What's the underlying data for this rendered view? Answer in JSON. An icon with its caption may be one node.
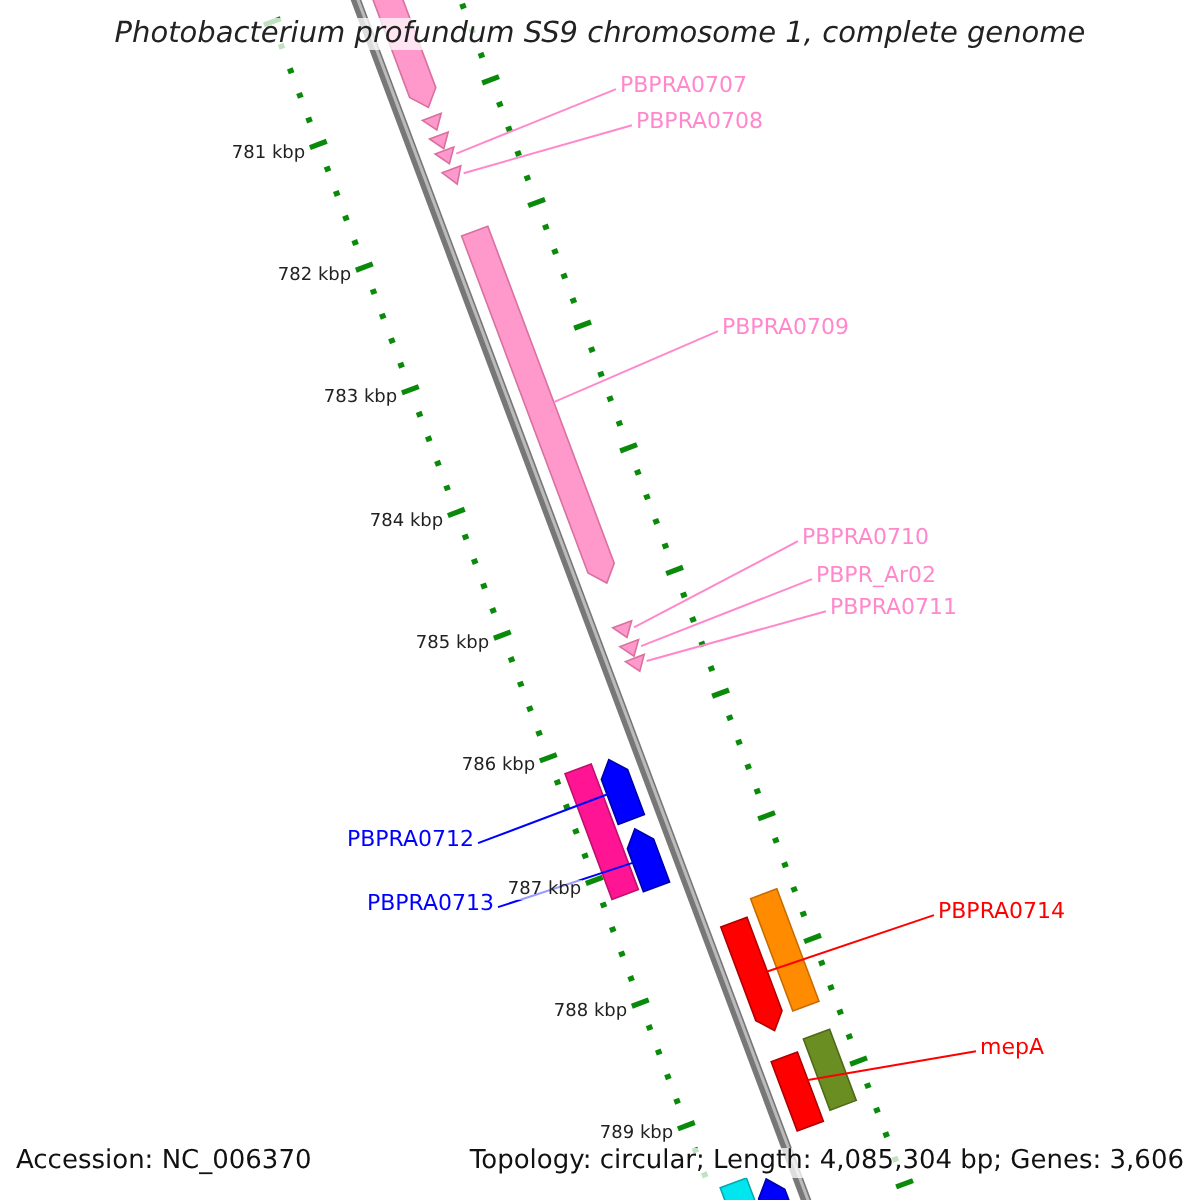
{
  "diagram": {
    "title": "Photobacterium profundum SS9 chromosome 1, complete genome",
    "nodes": [
      {
        "text": [
          "PBPRA0707"
        ]
      },
      {
        "text": [
          "PBPRA0708"
        ]
      },
      {
        "text": [
          "PBPRA0709"
        ]
      },
      {
        "text": [
          "PBPRA0710"
        ]
      },
      {
        "text": [
          "PBPR_Ar02"
        ]
      },
      {
        "text": [
          "PBPRA0711"
        ]
      },
      {
        "text": [
          "PBPRA0712"
        ]
      },
      {
        "text": [
          "PBPRA0713"
        ]
      },
      {
        "text": [
          "PBPRA0714"
        ]
      },
      {
        "text": [
          "mepA"
        ]
      },
      {
        "text": [],
        "shape": "bar"
      },
      {
        "text": [],
        "shape": "bar"
      },
      {
        "text": [],
        "shape": "bar"
      },
      {
        "text": [],
        "shape": "bar"
      },
      {
        "text": [],
        "shape": "bar"
      },
      {
        "text": [],
        "shape": "bar"
      },
      {
        "text": [],
        "shape": "bar"
      },
      {
        "text": [],
        "shape": "bar"
      },
      {
        "text": [],
        "shape": "bar"
      },
      {
        "text": [],
        "shape": "bar"
      },
      {
        "text": [],
        "shape": "bar"
      }
    ],
    "edges": [
      {
        "from": 0,
        "to": 10,
        "arrow": "none"
      },
      {
        "from": 1,
        "to": 11,
        "arrow": "none"
      },
      {
        "from": 2,
        "to": 12,
        "arrow": "none"
      },
      {
        "from": 3,
        "to": 13,
        "arrow": "none"
      },
      {
        "from": 4,
        "to": 14,
        "arrow": "none"
      },
      {
        "from": 5,
        "to": 15,
        "arrow": "none"
      },
      {
        "from": 6,
        "to": 16,
        "arrow": "none",
        "color": "#0000ff"
      },
      {
        "from": 7,
        "to": 17,
        "arrow": "none",
        "color": "#0000ff"
      },
      {
        "from": 8,
        "to": 18,
        "arrow": "none",
        "color": "#ff0000"
      },
      {
        "from": 9,
        "to": 19,
        "arrow": "none",
        "color": "#ff0000"
      }
    ],
    "labels": [
      "781 kbp",
      "782 kbp",
      "783 kbp",
      "784 kbp",
      "785 kbp",
      "786 kbp",
      "787 kbp",
      "788 kbp",
      "789 kbp",
      "Accession: NC_006370",
      "Topology: circular; Length: 4,085,304 bp; Genes: 3,606"
    ]
  }
}
